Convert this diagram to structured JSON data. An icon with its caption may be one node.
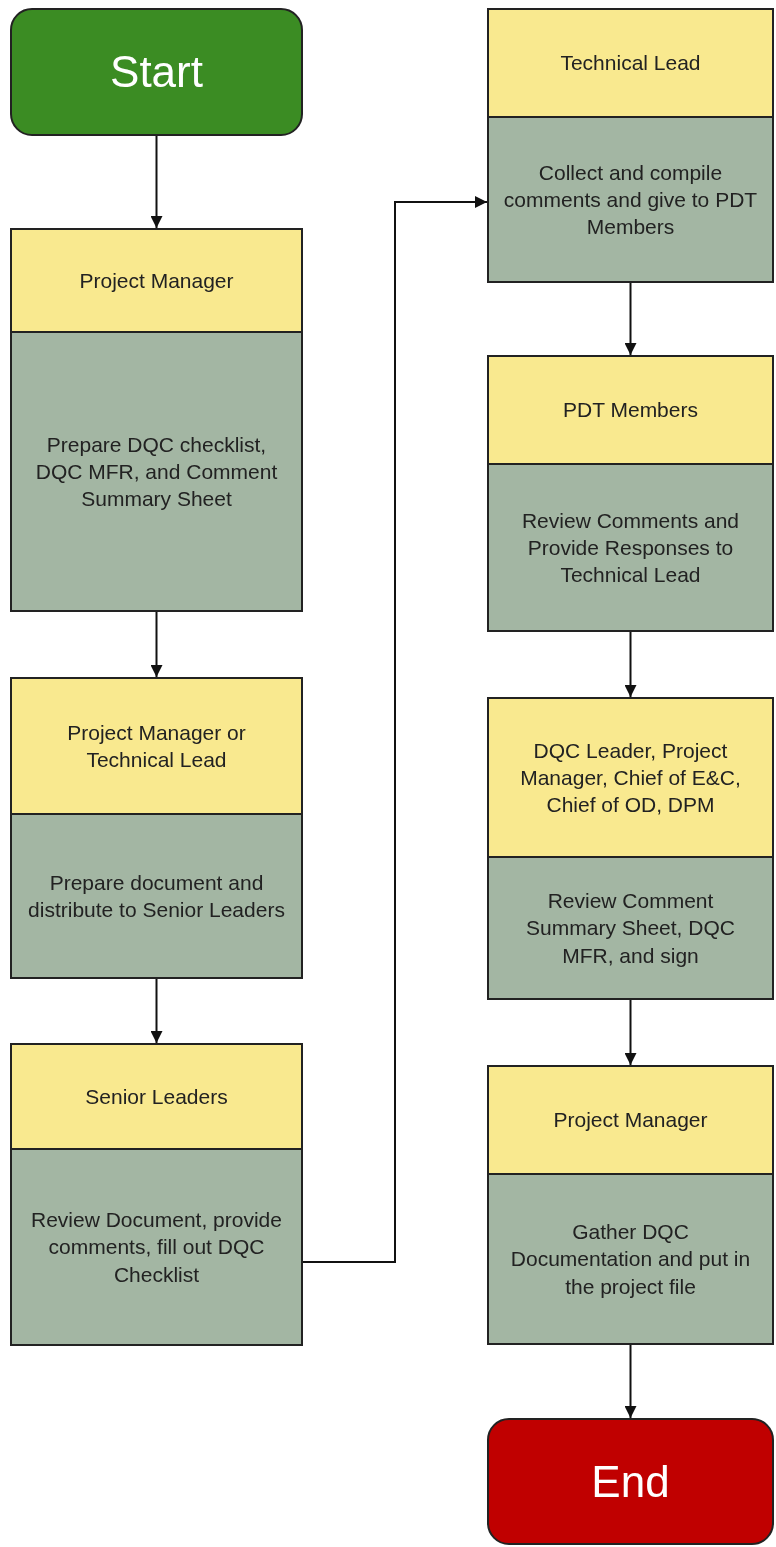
{
  "diagram": {
    "nodes": [
      {
        "text": [
          "Start"
        ]
      },
      {
        "text": [
          "Project Manager",
          "Prepare DQC checklist, DQC MFR, and Comment Summary Sheet"
        ]
      },
      {
        "text": [
          "Project Manager or Technical Lead",
          "Prepare document and distribute to Senior Leaders"
        ]
      },
      {
        "text": [
          "Senior Leaders",
          "Review Document, provide comments, fill out DQC Checklist"
        ]
      },
      {
        "text": [
          "Technical Lead",
          "Collect and compile comments and give to PDT Members"
        ]
      },
      {
        "text": [
          "PDT Members",
          "Review Comments and Provide Responses to Technical Lead"
        ]
      },
      {
        "text": [
          "DQC Leader, Project Manager, Chief of E&C, Chief of OD, DPM",
          "Review Comment Summary Sheet, DQC MFR, and sign"
        ]
      },
      {
        "text": [
          "Project Manager",
          "Gather DQC Documentation and put in the project file"
        ]
      },
      {
        "text": [
          "End"
        ]
      }
    ],
    "edges": [
      {
        "from": 0,
        "to": 1,
        "arrow": "to"
      },
      {
        "from": 1,
        "to": 2,
        "arrow": "to"
      },
      {
        "from": 2,
        "to": 3,
        "arrow": "to"
      },
      {
        "from": 3,
        "to": 4,
        "arrow": "to"
      },
      {
        "from": 4,
        "to": 5,
        "arrow": "to"
      },
      {
        "from": 5,
        "to": 6,
        "arrow": "to"
      },
      {
        "from": 6,
        "to": 7,
        "arrow": "to"
      },
      {
        "from": 7,
        "to": 8,
        "arrow": "to"
      }
    ]
  }
}
